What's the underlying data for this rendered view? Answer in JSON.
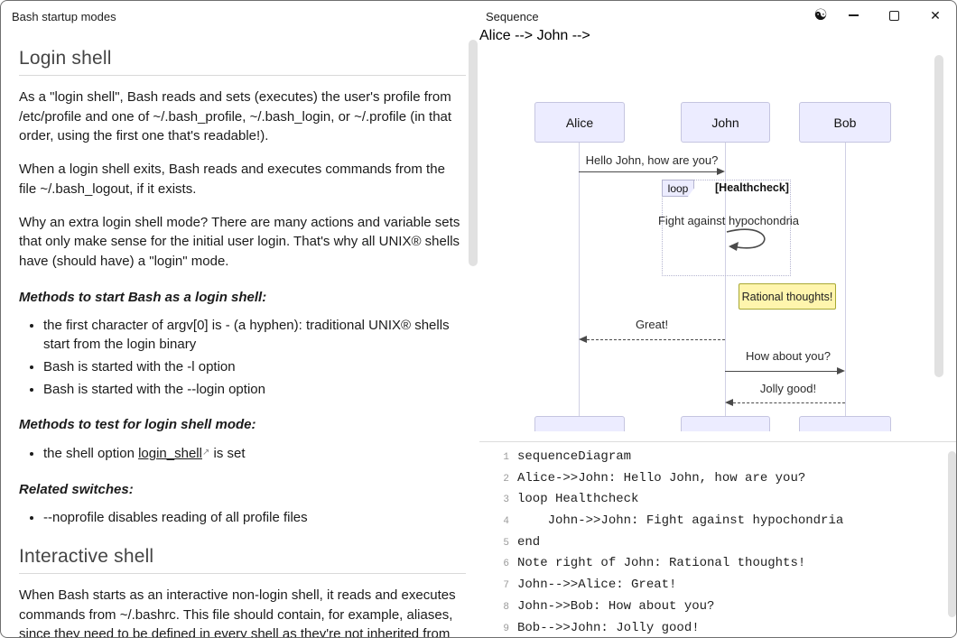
{
  "window": {
    "left_title": "Bash startup modes",
    "right_title": "Sequence",
    "icons": {
      "theme": "☯",
      "minimize": "minimize-bar",
      "maximize": "maximize-box",
      "close": "✕"
    }
  },
  "doc": {
    "h_login": "Login shell",
    "p1": "As a \"login shell\", Bash reads and sets (executes) the user's profile from /etc/profile and one of ~/.bash_profile, ~/.bash_login, or ~/.profile (in that order, using the first one that's readable!).",
    "p2": "When a login shell exits, Bash reads and executes commands from the file ~/.bash_logout, if it exists.",
    "p3": "Why an extra login shell mode? There are many actions and variable sets that only make sense for the initial user login. That's why all UNIX® shells have (should have) a \"login\" mode.",
    "h_methods_start": "Methods to start Bash as a login shell:",
    "b_start_1": "the first character of argv[0] is - (a hyphen): traditional UNIX® shells start from the login binary",
    "b_start_2": "Bash is started with the -l option",
    "b_start_3": "Bash is started with the --login option",
    "h_methods_test": "Methods to test for login shell mode:",
    "b_test_pre": "the shell option ",
    "b_test_link": "login_shell",
    "b_test_link_icon": "↗",
    "b_test_post": " is set",
    "h_related": "Related switches:",
    "b_related_1": "--noprofile disables reading of all profile files",
    "h_interactive": "Interactive shell",
    "p4": "When Bash starts as an interactive non-login shell, it reads and executes commands from ~/.bashrc. This file should contain, for example, aliases, since they need to be defined in every shell as they're not inherited from the parent shell."
  },
  "diagram": {
    "actors": {
      "a1": "Alice",
      "a2": "John",
      "a3": "Bob"
    },
    "msg_hello": "Hello John, how are you?",
    "loop_label": "loop",
    "loop_condition": "[Healthcheck]",
    "msg_fight": "Fight against hypochondria",
    "note_text": "Rational thoughts!",
    "msg_great": "Great!",
    "msg_how": "How about you?",
    "msg_jolly": "Jolly good!",
    "colors": {
      "actor_fill": "#ECECFF",
      "actor_border": "#C5C5E0",
      "note_fill": "#FFF5AD",
      "note_border": "#AAAA33",
      "lifeline": "#D0D0E4",
      "arrow": "#4A4A4A"
    }
  },
  "code": {
    "lines": [
      {
        "num": "1",
        "text": "sequenceDiagram"
      },
      {
        "num": "2",
        "text": "Alice->>John: Hello John, how are you?"
      },
      {
        "num": "3",
        "text": "loop Healthcheck"
      },
      {
        "num": "4",
        "text": "    John->>John: Fight against hypochondria"
      },
      {
        "num": "5",
        "text": "end"
      },
      {
        "num": "6",
        "text": "Note right of John: Rational thoughts!"
      },
      {
        "num": "7",
        "text": "John-->>Alice: Great!"
      },
      {
        "num": "8",
        "text": "John->>Bob: How about you?"
      },
      {
        "num": "9",
        "text": "Bob-->>John: Jolly good!"
      }
    ]
  }
}
